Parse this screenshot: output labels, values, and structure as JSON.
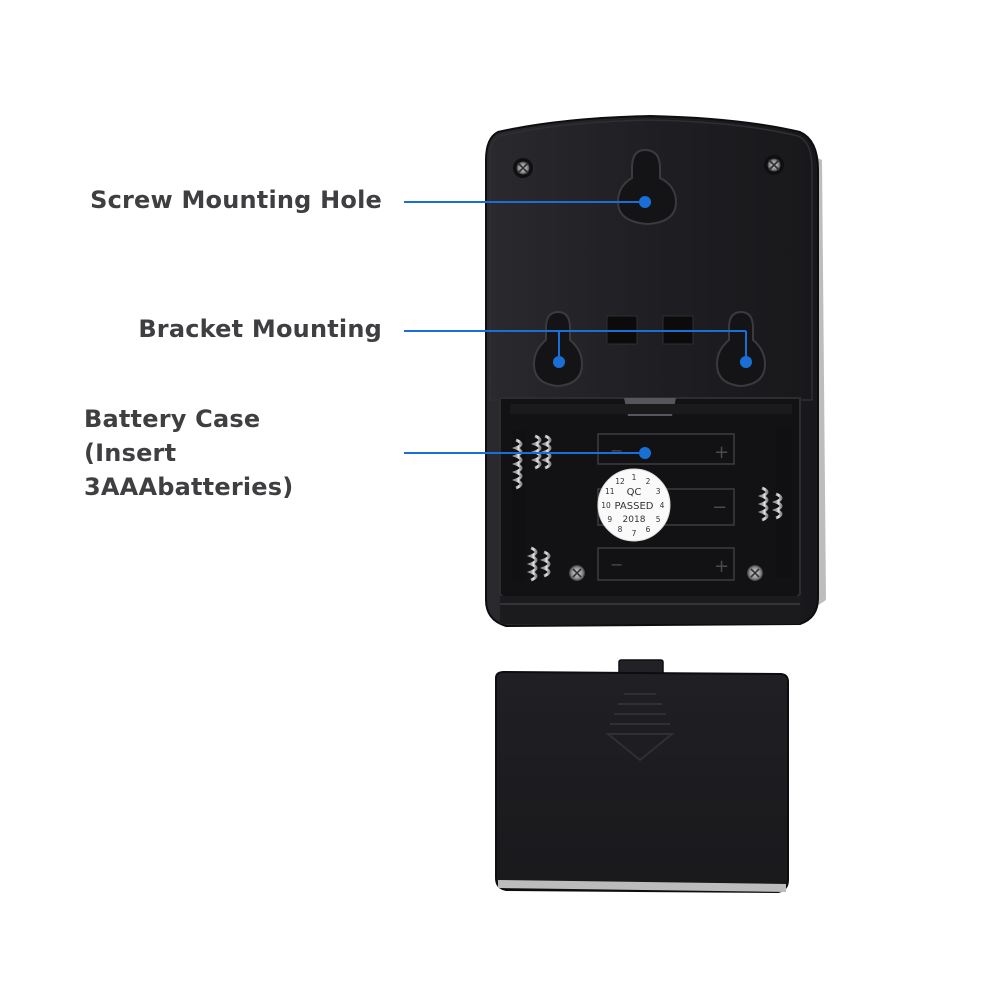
{
  "callouts": {
    "screw_mounting_hole": "Screw Mounting Hole",
    "bracket_mounting": "Bracket Mounting",
    "battery_case_line1": "Battery Case",
    "battery_case_line2": "(Insert 3AAAbatteries)"
  },
  "qc_sticker": {
    "line1": "QC",
    "line2": "PASSED",
    "year": "2018",
    "month_numbers": [
      "1",
      "2",
      "3",
      "4",
      "5",
      "6",
      "7",
      "8",
      "9",
      "10",
      "11",
      "12"
    ]
  },
  "battery_slots": {
    "minus_sign": "−",
    "plus_sign": "+"
  },
  "colors": {
    "accent_blue": "#1a6fd6",
    "device_body": "#1d1d20",
    "label_text": "#3f3f42"
  }
}
